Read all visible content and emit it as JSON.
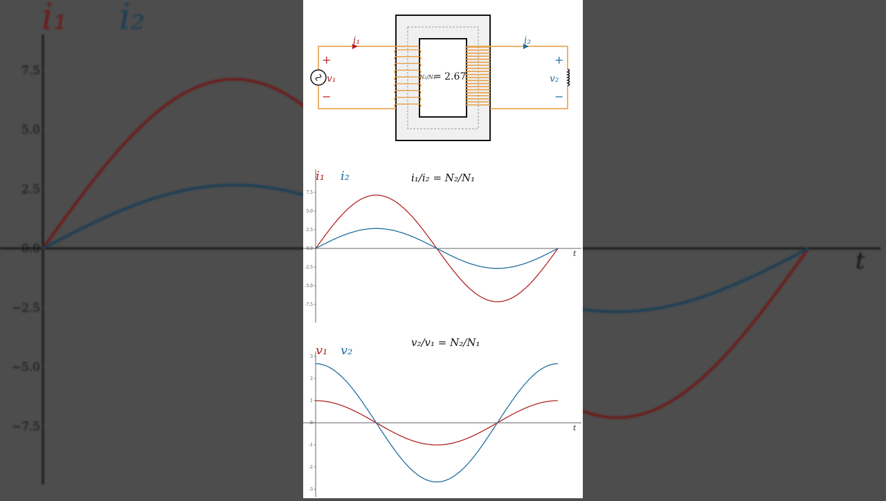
{
  "colors": {
    "red": "#b22222",
    "blue": "#1f6e9e",
    "wire": "#e69a3c",
    "background": "#4d4d4d"
  },
  "diagram": {
    "primary_current": "i₁",
    "secondary_current": "i₂",
    "primary_voltage": "v₁",
    "secondary_voltage": "v₂",
    "plus": "+",
    "minus": "−",
    "ratio_label": "N₂/N₁",
    "ratio_value": "= 2.67",
    "primary_turns_shown": 9,
    "secondary_turns_shown": 20,
    "source_icon": "ac-source-icon",
    "load_icon": "inductor-icon"
  },
  "chart_data": [
    {
      "type": "line",
      "title": "i₁/i₂ = N₂/N₁",
      "xlabel": "t",
      "ylabel": "",
      "yticks": [
        "7.5",
        "5.0",
        "2.5",
        "0.0",
        "-2.5",
        "-5.0",
        "-7.5"
      ],
      "ylim": [
        -10,
        9.5
      ],
      "xlim": [
        0,
        6.2832
      ],
      "series": [
        {
          "name": "i₁",
          "function": "sin",
          "amplitude": 7.13,
          "color": "#b22222"
        },
        {
          "name": "i₂",
          "function": "sin",
          "amplitude": 2.67,
          "color": "#1f6e9e"
        }
      ]
    },
    {
      "type": "line",
      "title": "v₂/v₁ = N₂/N₁",
      "xlabel": "t",
      "ylabel": "",
      "yticks": [
        "3",
        "2",
        "1",
        "0",
        "-1",
        "-2",
        "-3"
      ],
      "ylim": [
        -3.2,
        3.2
      ],
      "xlim": [
        0,
        6.2832
      ],
      "series": [
        {
          "name": "v₁",
          "function": "cos",
          "amplitude": 1,
          "color": "#b22222"
        },
        {
          "name": "v₂",
          "function": "cos",
          "amplitude": 2.67,
          "color": "#1f6e9e"
        }
      ]
    }
  ],
  "background": {
    "yticks": [
      "7.5",
      "5.0",
      "2.5",
      "0.0",
      "−2.5",
      "−5.0",
      "−7.5"
    ],
    "xlabel": "t",
    "series": [
      "i₁",
      "i₂"
    ]
  }
}
